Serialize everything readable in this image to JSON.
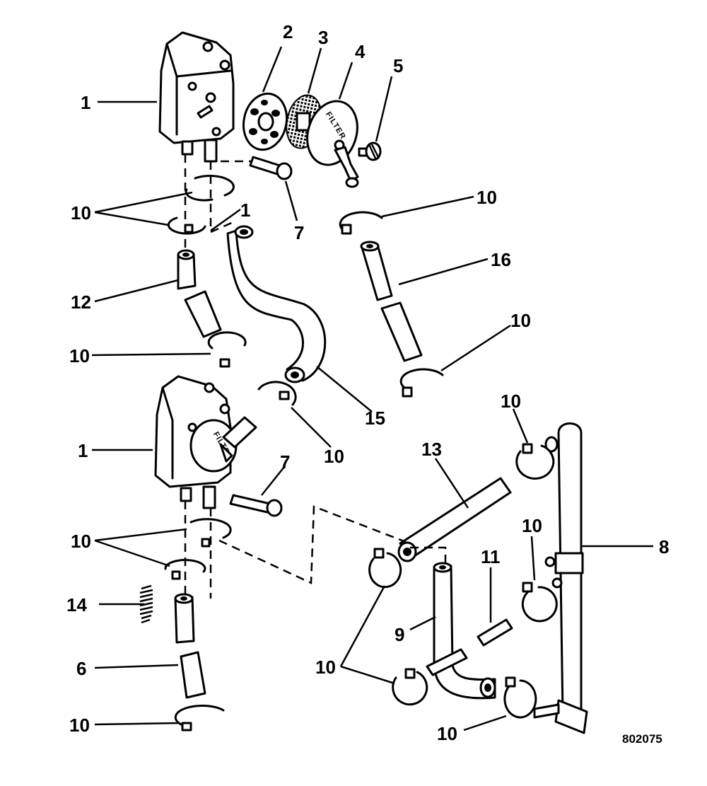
{
  "callouts": {
    "c1a": "1",
    "c2": "2",
    "c3": "3",
    "c4": "4",
    "c5": "5",
    "c7a": "7",
    "c10a": "10",
    "c10b": "10",
    "c16": "16",
    "c1b": "1",
    "c12": "12",
    "c10c": "10",
    "c10d": "10",
    "c15": "15",
    "c10e": "10",
    "c1c": "1",
    "c7b": "7",
    "c10f": "10",
    "c13": "13",
    "c10g": "10",
    "c8": "8",
    "c10h": "10",
    "c11": "11",
    "c14": "14",
    "c9": "9",
    "c6": "6",
    "c10i": "10",
    "c10j": "10",
    "c10k": "10"
  },
  "filter_label": "FILTER",
  "drawing_number": "802075"
}
